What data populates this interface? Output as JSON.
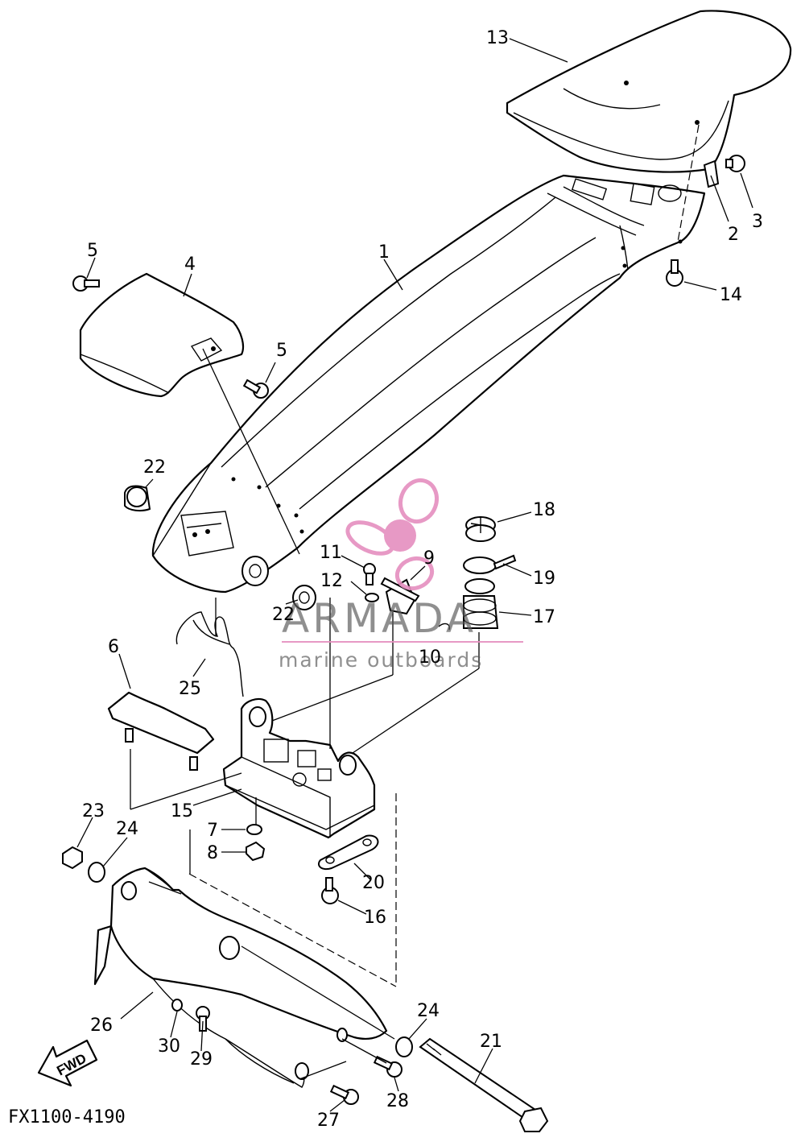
{
  "diagram": {
    "code": "FX1100-4190",
    "fwd_label": "FWD",
    "watermark": {
      "brand": "ARMADA",
      "tagline": "marine outboards"
    },
    "callouts": {
      "c1": "1",
      "c2": "2",
      "c3": "3",
      "c4": "4",
      "c5a": "5",
      "c5b": "5",
      "c6": "6",
      "c7": "7",
      "c8": "8",
      "c9": "9",
      "c10": "10",
      "c11": "11",
      "c12": "12",
      "c13": "13",
      "c14": "14",
      "c15": "15",
      "c16": "16",
      "c17": "17",
      "c18": "18",
      "c19": "19",
      "c20": "20",
      "c21": "21",
      "c22a": "22",
      "c22b": "22",
      "c23": "23",
      "c24a": "24",
      "c24b": "24",
      "c25": "25",
      "c26": "26",
      "c27": "27",
      "c28": "28",
      "c29": "29",
      "c30": "30"
    },
    "colors": {
      "line": "#000000",
      "watermark_pink": "#e58fbf",
      "watermark_gray": "#5a5a5a"
    }
  }
}
